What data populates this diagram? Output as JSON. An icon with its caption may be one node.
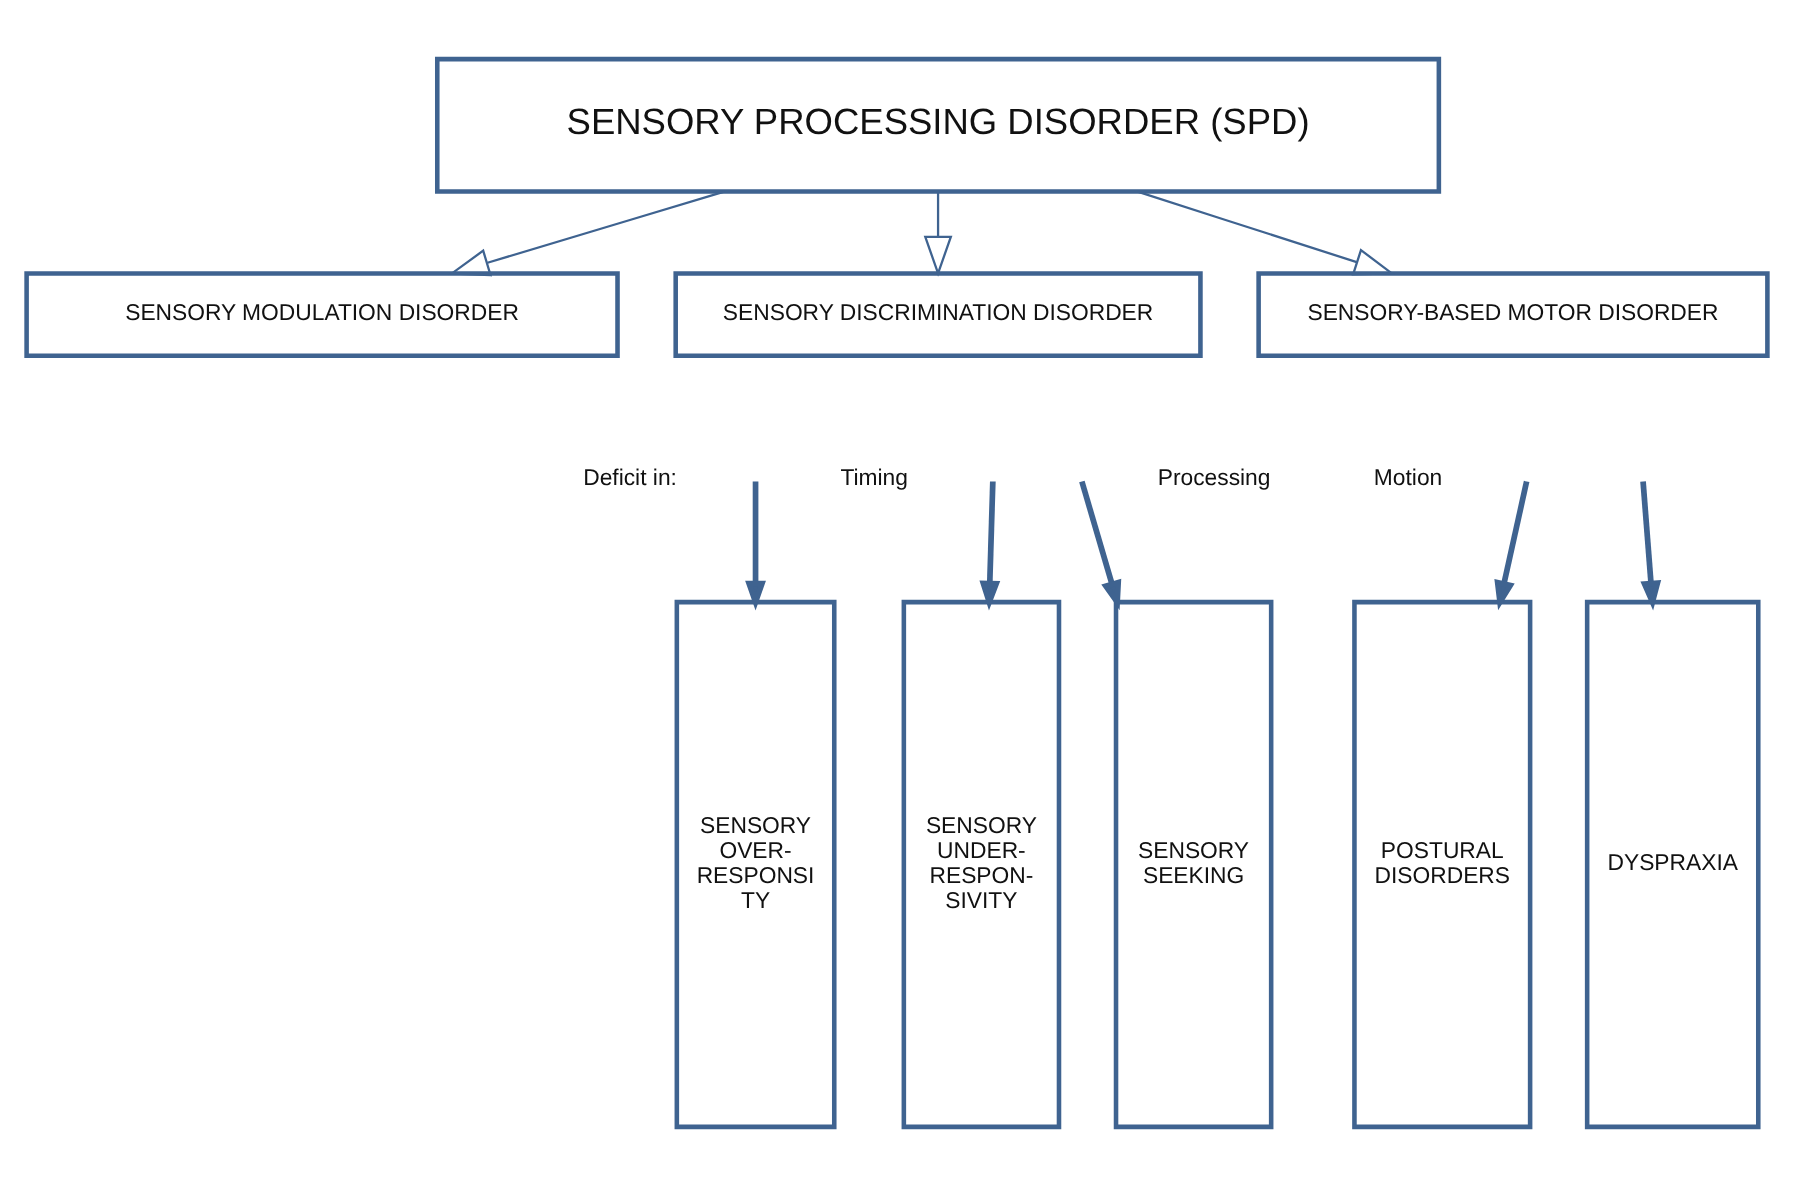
{
  "diagram": {
    "nodes": [
      {
        "text": [
          "SENSORY PROCESSING DISORDER (SPD)"
        ]
      },
      {
        "text": [
          "SENSORY MODULATION DISORDER"
        ]
      },
      {
        "text": [
          "SENSORY DISCRIMINATION DISORDER"
        ]
      },
      {
        "text": [
          "SENSORY-BASED MOTOR DISORDER"
        ]
      },
      {
        "text": [
          "SENSORY OVER- RESPONSI TY"
        ]
      },
      {
        "text": [
          "SENSORY UNDER- RESPON- SIVITY"
        ]
      },
      {
        "text": [
          "SENSORY SEEKING"
        ]
      },
      {
        "text": [
          "POSTURAL DISORDERS"
        ]
      },
      {
        "text": [
          "DYSPRAXIA"
        ]
      }
    ],
    "edges": [
      {
        "from": 0,
        "to": 1,
        "arrow": "to"
      },
      {
        "from": 0,
        "to": 2,
        "arrow": "to"
      },
      {
        "from": 0,
        "to": 3,
        "arrow": "to"
      },
      {
        "from": null,
        "to": 4,
        "arrow": "to"
      },
      {
        "from": null,
        "to": 5,
        "arrow": "to"
      },
      {
        "from": null,
        "to": 6,
        "arrow": "to"
      },
      {
        "from": null,
        "to": 7,
        "arrow": "to"
      },
      {
        "from": null,
        "to": 8,
        "arrow": "to"
      }
    ],
    "labels": [
      "Deficit in:",
      "Timing",
      "Processing",
      "Motion"
    ]
  }
}
